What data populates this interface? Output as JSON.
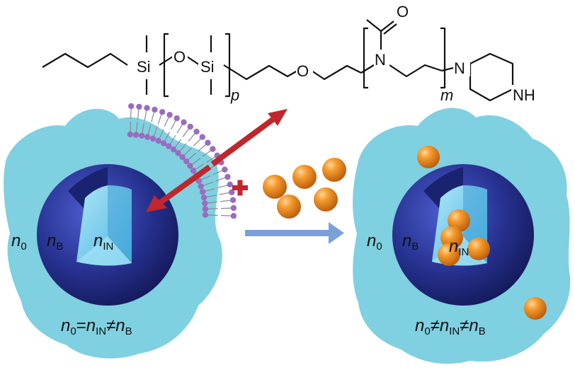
{
  "structure": {
    "si1": "Si",
    "o1": "O",
    "si2": "Si",
    "p": "p",
    "o2": "O",
    "n1": "N",
    "o3": "O",
    "m": "m",
    "n2": "N",
    "nh": "NH"
  },
  "left": {
    "n0_main": "n",
    "n0_sub": "0",
    "nB_main": "n",
    "nB_sub": "B",
    "nIN_main": "n",
    "nIN_sub": "IN",
    "eq_n1": "n",
    "eq_s1": "0",
    "eq_op1": "=",
    "eq_n2": "n",
    "eq_s2": "IN",
    "eq_op2": "≠",
    "eq_n3": "n",
    "eq_s3": "B"
  },
  "right": {
    "n0_main": "n",
    "n0_sub": "0",
    "nB_main": "n",
    "nB_sub": "B",
    "nIN_main": "n",
    "nIN_sub": "IN",
    "eq_n1": "n",
    "eq_s1": "0",
    "eq_op1": "≠",
    "eq_n2": "n",
    "eq_s2": "IN",
    "eq_op2": "≠",
    "eq_n3": "n",
    "eq_s3": "B"
  },
  "colors": {
    "cytoplasm": "#7fd0e0",
    "vesicle_outer": "#2e3aa0",
    "vesicle_inner": "#6fc6ea",
    "arrow_red": "#c0262b",
    "arrow_blue": "#7aa0dc",
    "particle": "#f08a22",
    "lipid": "#9a6cc0"
  }
}
